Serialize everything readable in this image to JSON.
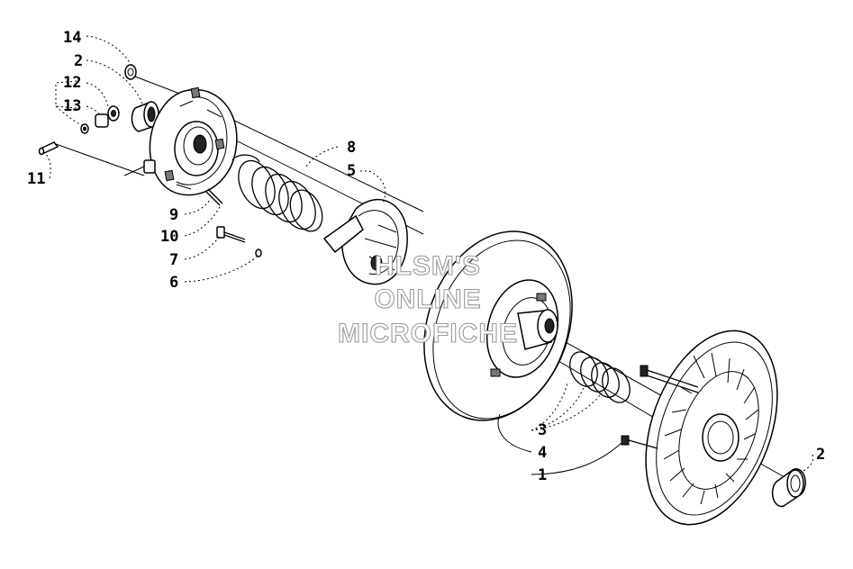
{
  "watermark": {
    "line1": "HLSM'S",
    "line2": "ONLINE",
    "line3": "MICROFICHE"
  },
  "callouts": {
    "c14": "14",
    "c2_top": "2",
    "c12": "12",
    "c13": "13",
    "c11": "11",
    "c9": "9",
    "c10": "10",
    "c7": "7",
    "c6": "6",
    "c8": "8",
    "c5": "5",
    "c3": "3",
    "c4": "4",
    "c1": "1",
    "c2_right": "2"
  }
}
